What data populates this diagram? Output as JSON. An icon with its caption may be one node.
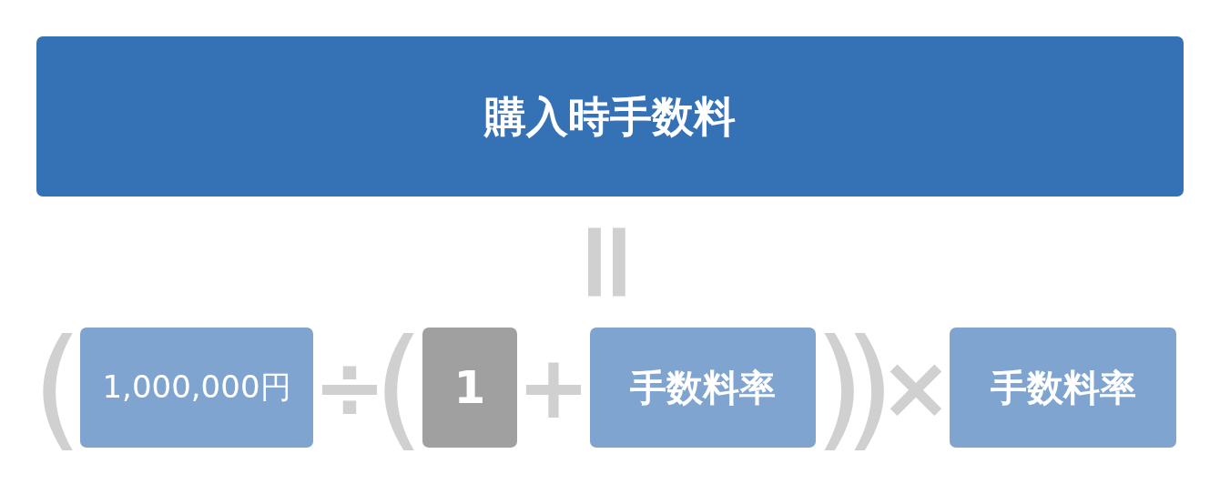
{
  "diagram": {
    "nodes": [
      {
        "text": [
          "購入時手数料"
        ]
      },
      {
        "text": [
          "1,000,000円"
        ]
      },
      {
        "text": [
          "1"
        ]
      },
      {
        "text": [
          "手数料率"
        ]
      },
      {
        "text": [
          "手数料率"
        ]
      }
    ],
    "labels": [
      "=",
      "(",
      "÷",
      "(",
      "+",
      ")",
      ")",
      "×"
    ]
  }
}
